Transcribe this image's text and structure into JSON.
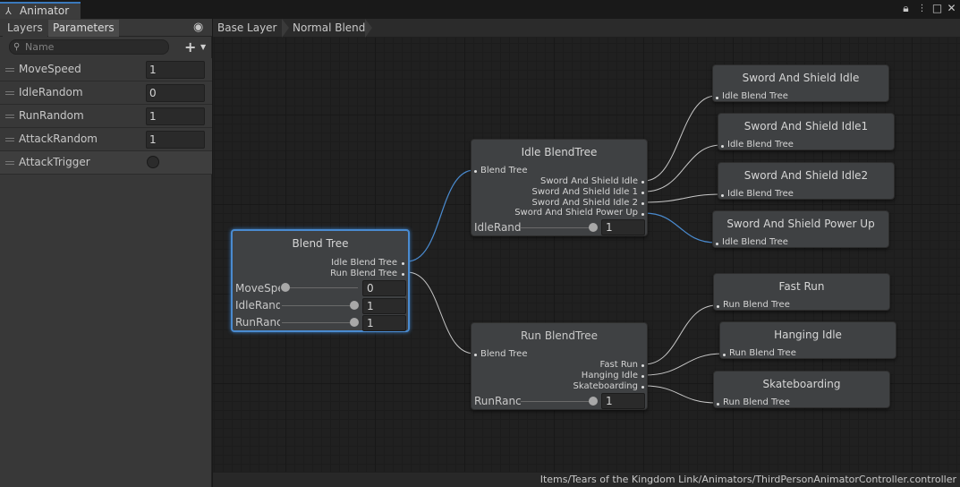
{
  "window": {
    "title": "Animator"
  },
  "left_panel": {
    "tabs": [
      "Layers",
      "Parameters"
    ],
    "search_placeholder": "Name",
    "parameters": [
      {
        "name": "MoveSpeed",
        "value": "1"
      },
      {
        "name": "IdleRandom",
        "value": "0"
      },
      {
        "name": "RunRandom",
        "value": "1"
      },
      {
        "name": "AttackRandom",
        "value": "1"
      },
      {
        "name": "AttackTrigger",
        "value": ""
      }
    ]
  },
  "breadcrumb": [
    "Base Layer",
    "Normal Blend"
  ],
  "nodes": {
    "blend_tree": {
      "title": "Blend Tree",
      "outputs": [
        "Idle Blend Tree",
        "Run Blend Tree"
      ],
      "params": [
        {
          "label": "MoveSpe",
          "value": "0"
        },
        {
          "label": "IdleRand",
          "value": "1"
        },
        {
          "label": "RunRanc",
          "value": "1"
        }
      ]
    },
    "idle_blend_tree": {
      "title": "Idle BlendTree",
      "input": "Blend Tree",
      "outputs": [
        "Sword And Shield Idle",
        "Sword And Shield Idle 1",
        "Sword And Shield Idle 2",
        "Sword And Shield Power Up"
      ],
      "param": {
        "label": "IdleRand",
        "value": "1"
      }
    },
    "run_blend_tree": {
      "title": "Run BlendTree",
      "input": "Blend Tree",
      "outputs": [
        "Fast Run",
        "Hanging Idle",
        "Skateboarding"
      ],
      "param": {
        "label": "RunRanc",
        "value": "1"
      }
    },
    "clips": [
      {
        "title": "Sword And Shield Idle",
        "input": "Idle Blend Tree"
      },
      {
        "title": "Sword And Shield Idle1",
        "input": "Idle Blend Tree"
      },
      {
        "title": "Sword And Shield Idle2",
        "input": "Idle Blend Tree"
      },
      {
        "title": "Sword And Shield Power Up",
        "input": "Idle Blend Tree"
      },
      {
        "title": "Fast Run",
        "input": "Run Blend Tree"
      },
      {
        "title": "Hanging Idle",
        "input": "Run Blend Tree"
      },
      {
        "title": "Skateboarding",
        "input": "Run Blend Tree"
      }
    ]
  },
  "status_bar": {
    "path": "Items/Tears of the Kingdom Link/Animators/ThirdPersonAnimatorController.controller"
  },
  "colors": {
    "selection": "#4a8bd0",
    "active_wire": "#4a8bd0",
    "wire": "#c8c8c8"
  }
}
